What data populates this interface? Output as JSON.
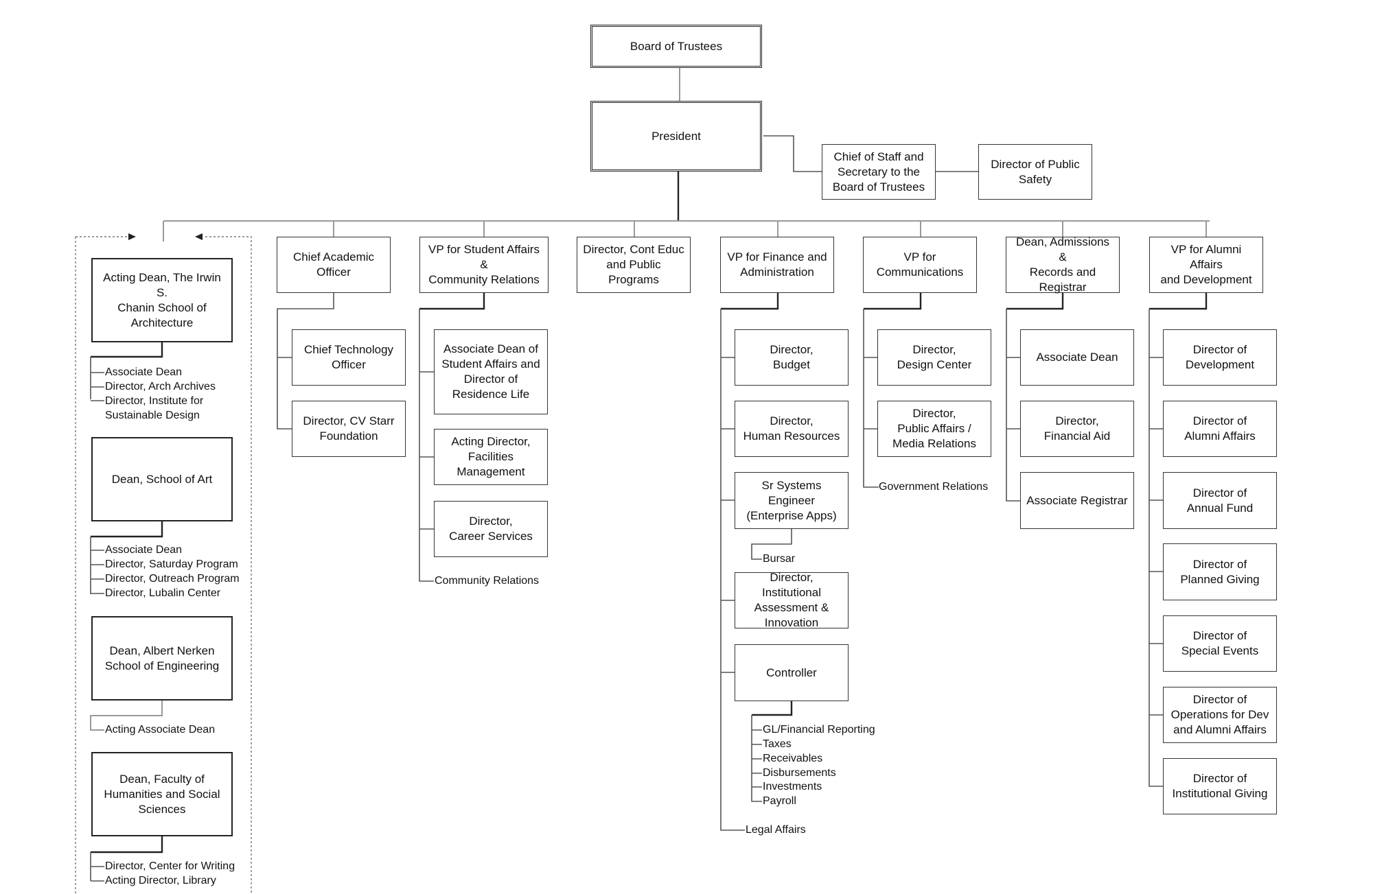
{
  "top": {
    "board": "Board of Trustees",
    "president": "President",
    "chief_of_staff": "Chief of Staff and\nSecretary to the\nBoard of Trustees",
    "public_safety": "Director of Public\nSafety"
  },
  "schools": {
    "architecture": {
      "title": "Acting Dean, The Irwin S.\nChanin School of\nArchitecture",
      "items": [
        "Associate Dean",
        "Director, Arch Archives",
        "Director, Institute for",
        "Sustainable Design"
      ]
    },
    "art": {
      "title": "Dean, School of Art",
      "items": [
        "Associate Dean",
        "Director, Saturday Program",
        "Director, Outreach Program",
        "Director, Lubalin Center"
      ]
    },
    "engineering": {
      "title": "Dean, Albert Nerken\nSchool of Engineering",
      "items": [
        "Acting Associate Dean"
      ]
    },
    "humanities": {
      "title": "Dean, Faculty of\nHumanities and Social\nSciences",
      "items": [
        "Director, Center for Writing",
        "Acting Director, Library"
      ]
    }
  },
  "academic": {
    "head": "Chief Academic\nOfficer",
    "cto": "Chief Technology\nOfficer",
    "starr": "Director, CV Starr\nFoundation"
  },
  "student": {
    "head": "VP for Student Affairs &\nCommunity Relations",
    "assoc": "Associate Dean of\nStudent Affairs and\nDirector of\nResidence Life",
    "facilities": "Acting Director,\nFacilities\nManagement",
    "career": "Director,\nCareer Services",
    "community": "Community Relations"
  },
  "conted": {
    "head": "Director, Cont Educ\nand Public Programs"
  },
  "finance": {
    "head": "VP for Finance and\nAdministration",
    "budget": "Director,\nBudget",
    "hr": "Director,\nHuman Resources",
    "systems": "Sr Systems Engineer\n(Enterprise Apps)",
    "bursar": "Bursar",
    "assessment": "Director, Institutional\nAssessment &\nInnovation",
    "controller": "Controller",
    "controller_items": [
      "GL/Financial Reporting",
      "Taxes",
      "Receivables",
      "Disbursements",
      "Investments",
      "Payroll"
    ],
    "legal": "Legal Affairs"
  },
  "comms": {
    "head": "VP for\nCommunications",
    "design": "Director,\nDesign Center",
    "public_affairs": "Director,\nPublic Affairs /\nMedia Relations",
    "gov": "Government Relations"
  },
  "admissions": {
    "head": "Dean, Admissions &\nRecords and Registrar",
    "assoc_dean": "Associate Dean",
    "financial_aid": "Director,\nFinancial Aid",
    "registrar": "Associate Registrar"
  },
  "alumni": {
    "head": "VP for Alumni Affairs\nand Development",
    "items": [
      "Director of\nDevelopment",
      "Director of\nAlumni Affairs",
      "Director of\nAnnual Fund",
      "Director of\nPlanned Giving",
      "Director of\nSpecial Events",
      "Director of\nOperations for Dev\nand Alumni Affairs",
      "Director of\nInstitutional Giving"
    ]
  }
}
